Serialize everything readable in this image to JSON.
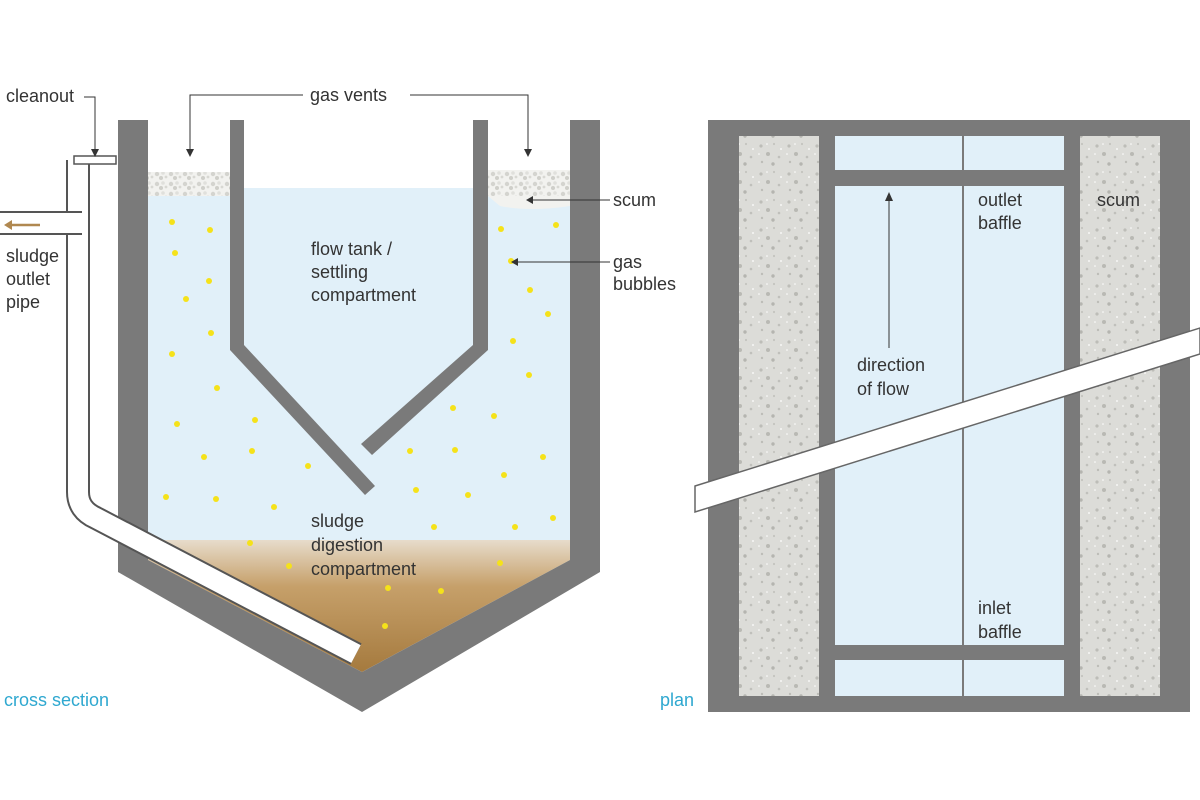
{
  "cross_section": {
    "caption": "cross section",
    "labels": {
      "cleanout": "cleanout",
      "gas_vents": "gas vents",
      "scum": "scum",
      "gas_bubbles_1": "gas",
      "gas_bubbles_2": "bubbles",
      "sludge_outlet_1": "sludge",
      "sludge_outlet_2": "outlet",
      "sludge_outlet_3": "pipe",
      "flow_tank_1": "flow tank /",
      "flow_tank_2": "settling",
      "flow_tank_3": "compartment",
      "digestion_1": "sludge",
      "digestion_2": "digestion",
      "digestion_3": "compartment"
    }
  },
  "plan": {
    "caption": "plan",
    "labels": {
      "outlet_baffle_1": "outlet",
      "outlet_baffle_2": "baffle",
      "scum": "scum",
      "direction_1": "direction",
      "direction_2": "of flow",
      "inlet_baffle_1": "inlet",
      "inlet_baffle_2": "baffle"
    }
  },
  "colors": {
    "wall": "#7a7a7a",
    "water": "#e1f0f9",
    "sludge": "#b08850",
    "bubble": "#f5e21a",
    "scum": "#dcdcd8",
    "caption": "#2fa8d0"
  }
}
